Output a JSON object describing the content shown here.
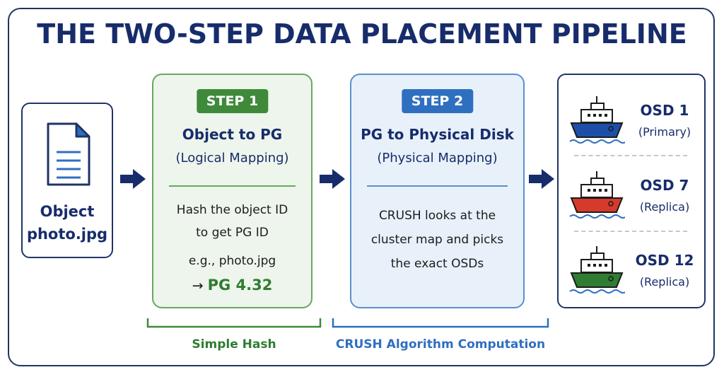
{
  "title": "THE TWO-STEP DATA PLACEMENT PIPELINE",
  "object": {
    "icon": "document-icon",
    "line1": "Object",
    "line2": "photo.jpg"
  },
  "step1": {
    "badge": "STEP 1",
    "title": "Object to PG",
    "subtitle": "(Logical Mapping)",
    "text_line1": "Hash the object ID",
    "text_line2": "to get PG ID",
    "example": "e.g., photo.jpg",
    "result_arrow": "→",
    "result_pg": "PG 4.32",
    "color": "#3f8a3a"
  },
  "step2": {
    "badge": "STEP 2",
    "title": "PG to Physical Disk",
    "subtitle": "(Physical Mapping)",
    "text_line1": "CRUSH looks at the",
    "text_line2": "cluster map and picks",
    "text_line3": "the exact OSDs",
    "color": "#2f6fc0"
  },
  "brackets": {
    "step1_label": "Simple Hash",
    "step2_label": "CRUSH Algorithm Computation"
  },
  "osds": [
    {
      "name": "OSD 1",
      "role": "(Primary)",
      "hull_color": "#1e4fa8",
      "icon": "ship-icon"
    },
    {
      "name": "OSD 7",
      "role": "(Replica)",
      "hull_color": "#d63a2a",
      "icon": "ship-icon"
    },
    {
      "name": "OSD 12",
      "role": "(Replica)",
      "hull_color": "#2e7d32",
      "icon": "ship-icon"
    }
  ]
}
